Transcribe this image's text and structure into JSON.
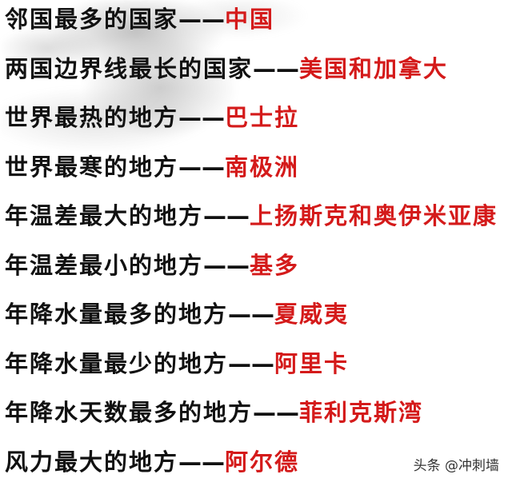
{
  "separator": "——",
  "items": [
    {
      "label": "邻国最多的国家",
      "answer": "中国"
    },
    {
      "label": "两国边界线最长的国家",
      "answer": "美国和加拿大"
    },
    {
      "label": "世界最热的地方",
      "answer": "巴士拉"
    },
    {
      "label": "世界最寒的地方",
      "answer": "南极洲"
    },
    {
      "label": "年温差最大的地方",
      "answer": "上扬斯克和奥伊米亚康"
    },
    {
      "label": "年温差最小的地方",
      "answer": "基多"
    },
    {
      "label": "年降水量最多的地方",
      "answer": "夏威夷"
    },
    {
      "label": "年降水量最少的地方",
      "answer": "阿里卡"
    },
    {
      "label": "年降水天数最多的地方",
      "answer": "菲利克斯湾"
    },
    {
      "label": "风力最大的地方",
      "answer": "阿尔德"
    }
  ],
  "watermark": "头条 @冲刺墙",
  "colors": {
    "answer": "#d41a1a",
    "text": "#111111"
  }
}
